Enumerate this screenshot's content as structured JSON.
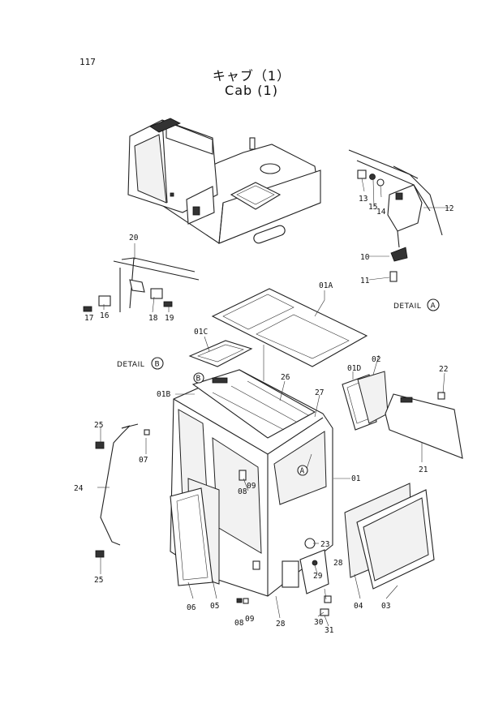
{
  "header": {
    "page_number": "117",
    "title_jp": "キャブ（1）",
    "title_en": "Cab (1)"
  },
  "details": {
    "detail_a": "DETAIL",
    "detail_a_mark": "A",
    "detail_b": "DETAIL",
    "detail_b_mark": "B"
  },
  "callouts": [
    {
      "id": "c01A",
      "text": "01A"
    },
    {
      "id": "c01B",
      "text": "01B"
    },
    {
      "id": "c01C",
      "text": "01C"
    },
    {
      "id": "c01D",
      "text": "01D"
    },
    {
      "id": "c01",
      "text": "01"
    },
    {
      "id": "c03",
      "text": "03"
    },
    {
      "id": "c04",
      "text": "04"
    },
    {
      "id": "c05",
      "text": "05"
    },
    {
      "id": "c06",
      "text": "06"
    },
    {
      "id": "c07",
      "text": "07"
    },
    {
      "id": "c08a",
      "text": "08"
    },
    {
      "id": "c09a",
      "text": "09"
    },
    {
      "id": "c08b",
      "text": "08"
    },
    {
      "id": "c09b",
      "text": "09"
    },
    {
      "id": "c10",
      "text": "10"
    },
    {
      "id": "c11",
      "text": "11"
    },
    {
      "id": "c12",
      "text": "12"
    },
    {
      "id": "c13",
      "text": "13"
    },
    {
      "id": "c14",
      "text": "14"
    },
    {
      "id": "c15",
      "text": "15"
    },
    {
      "id": "c16",
      "text": "16"
    },
    {
      "id": "c17",
      "text": "17"
    },
    {
      "id": "c18",
      "text": "18"
    },
    {
      "id": "c19",
      "text": "19"
    },
    {
      "id": "c20",
      "text": "20"
    },
    {
      "id": "c21",
      "text": "21"
    },
    {
      "id": "c22",
      "text": "22"
    },
    {
      "id": "c23",
      "text": "23"
    },
    {
      "id": "c24",
      "text": "24"
    },
    {
      "id": "c25a",
      "text": "25"
    },
    {
      "id": "c25b",
      "text": "25"
    },
    {
      "id": "c26",
      "text": "26"
    },
    {
      "id": "c27",
      "text": "27"
    },
    {
      "id": "c28a",
      "text": "28"
    },
    {
      "id": "c28b",
      "text": "28"
    },
    {
      "id": "c29",
      "text": "29"
    },
    {
      "id": "c30",
      "text": "30"
    },
    {
      "id": "c31",
      "text": "31"
    },
    {
      "id": "c02",
      "text": "02"
    },
    {
      "id": "cA",
      "text": "A"
    },
    {
      "id": "cB",
      "text": "B"
    }
  ]
}
